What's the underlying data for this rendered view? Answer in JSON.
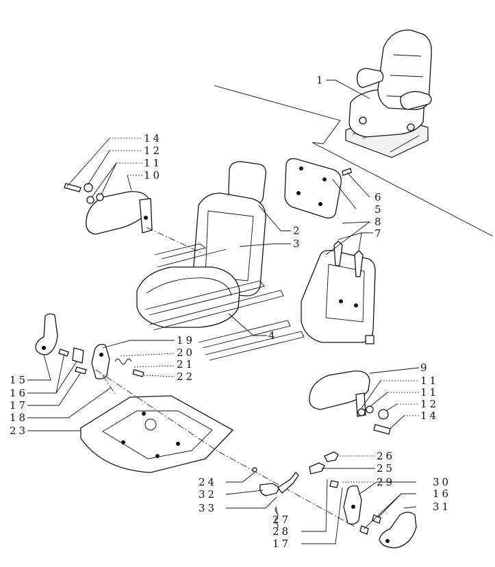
{
  "labels": {
    "l1": "1",
    "l14a": "14",
    "l12a": "12",
    "l11a": "11",
    "l10": "10",
    "l6": "6",
    "l5": "5",
    "l8": "8",
    "l7": "7",
    "l2": "2",
    "l3": "3",
    "l4": "4",
    "l19": "19",
    "l20": "20",
    "l21": "21",
    "l22": "22",
    "l15": "15",
    "l16a": "16",
    "l17a": "17",
    "l18": "18",
    "l23": "23",
    "l9": "9",
    "l11b": "11",
    "l11c": "11",
    "l12b": "12",
    "l14b": "14",
    "l26": "26",
    "l25": "25",
    "l29": "29",
    "l30": "30",
    "l16b": "16",
    "l31": "31",
    "l24": "24",
    "l32": "32",
    "l33": "33",
    "l27": "27",
    "l28": "28",
    "l17b": "17"
  }
}
